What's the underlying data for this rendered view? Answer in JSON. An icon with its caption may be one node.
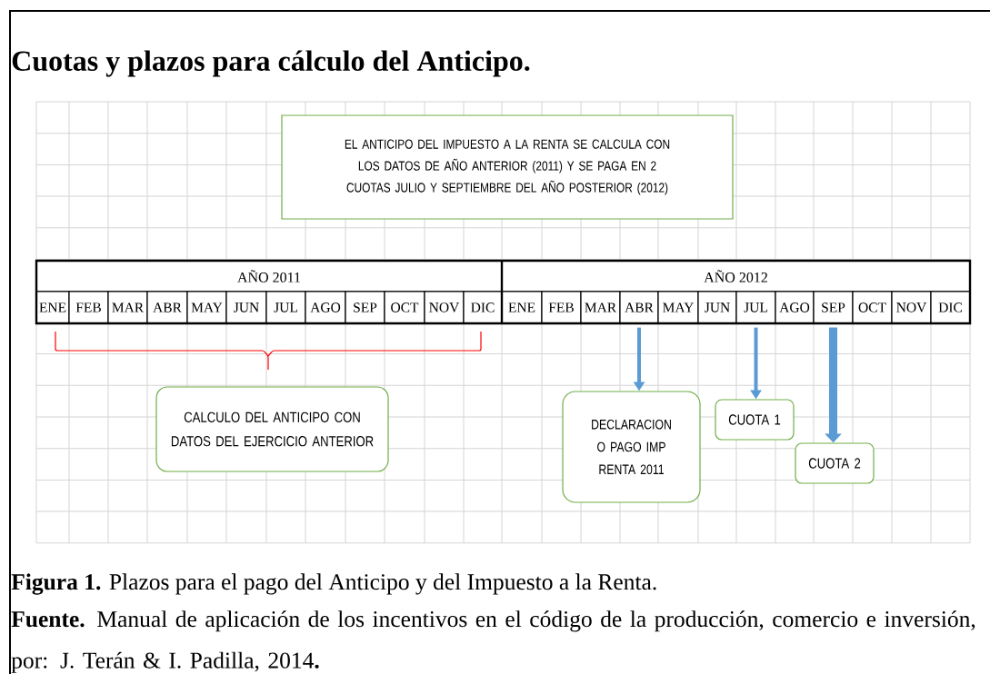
{
  "diagram": {
    "title": "Cuotas y plazos para cálculo del Anticipo.",
    "caption": "**Figura 1.** Plazos para el pago del Anticipo y del Impuesto a la Renta.",
    "nodes": [
      {
        "text": [
          "EL ANTICIPO DEL IMPUESTO A LA RENTA SE CALCULA CON LOS DATOS DE AÑO ANTERIOR (2011) Y SE PAGA EN 2 CUOTAS JULIO Y SEPTIEMBRE DEL AÑO POSTERIOR (2012)"
        ]
      },
      {
        "text": [
          "CALCULO DEL ANTICIPO CON DATOS DEL EJERCICIO ANTERIOR"
        ]
      },
      {
        "text": [
          "DECLARACION O PAGO IMP RENTA 2011"
        ]
      },
      {
        "text": [
          "CUOTA 1"
        ]
      },
      {
        "text": [
          "CUOTA 2"
        ]
      },
      {
        "text": [
          "AÑO 2011"
        ]
      },
      {
        "text": [
          "AÑO 2012"
        ]
      },
      {
        "text": [
          "ENE"
        ]
      },
      {
        "text": [
          "FEB"
        ]
      },
      {
        "text": [
          "MAR"
        ]
      },
      {
        "text": [
          "ABR"
        ]
      },
      {
        "text": [
          "MAY"
        ]
      },
      {
        "text": [
          "JUN"
        ]
      },
      {
        "text": [
          "JUL"
        ]
      },
      {
        "text": [
          "AGO"
        ]
      },
      {
        "text": [
          "SEP"
        ]
      },
      {
        "text": [
          "OCT"
        ]
      },
      {
        "text": [
          "NOV"
        ]
      },
      {
        "text": [
          "DIC"
        ]
      },
      {
        "text": [
          "ENE"
        ]
      },
      {
        "text": [
          "FEB"
        ]
      },
      {
        "text": [
          "MAR"
        ]
      },
      {
        "text": [
          "ABR"
        ]
      },
      {
        "text": [
          "MAY"
        ]
      },
      {
        "text": [
          "JUN"
        ]
      },
      {
        "text": [
          "JUL"
        ]
      },
      {
        "text": [
          "AGO"
        ]
      },
      {
        "text": [
          "SEP"
        ]
      },
      {
        "text": [
          "OCT"
        ]
      },
      {
        "text": [
          "NOV"
        ]
      },
      {
        "text": [
          "DIC"
        ]
      }
    ],
    "edges": [
      {
        "from": 22,
        "to": 2,
        "arrow": "to"
      },
      {
        "from": 25,
        "to": 3,
        "arrow": "to"
      },
      {
        "from": 27,
        "to": 4,
        "arrow": "to",
        "style": "thick"
      }
    ],
    "labels": [
      "**Fuente.** Manual de aplicación de los incentivos en el código de la producción, comercio e inversión, por: J. Terán & I. Padilla, 2014**.**"
    ]
  }
}
